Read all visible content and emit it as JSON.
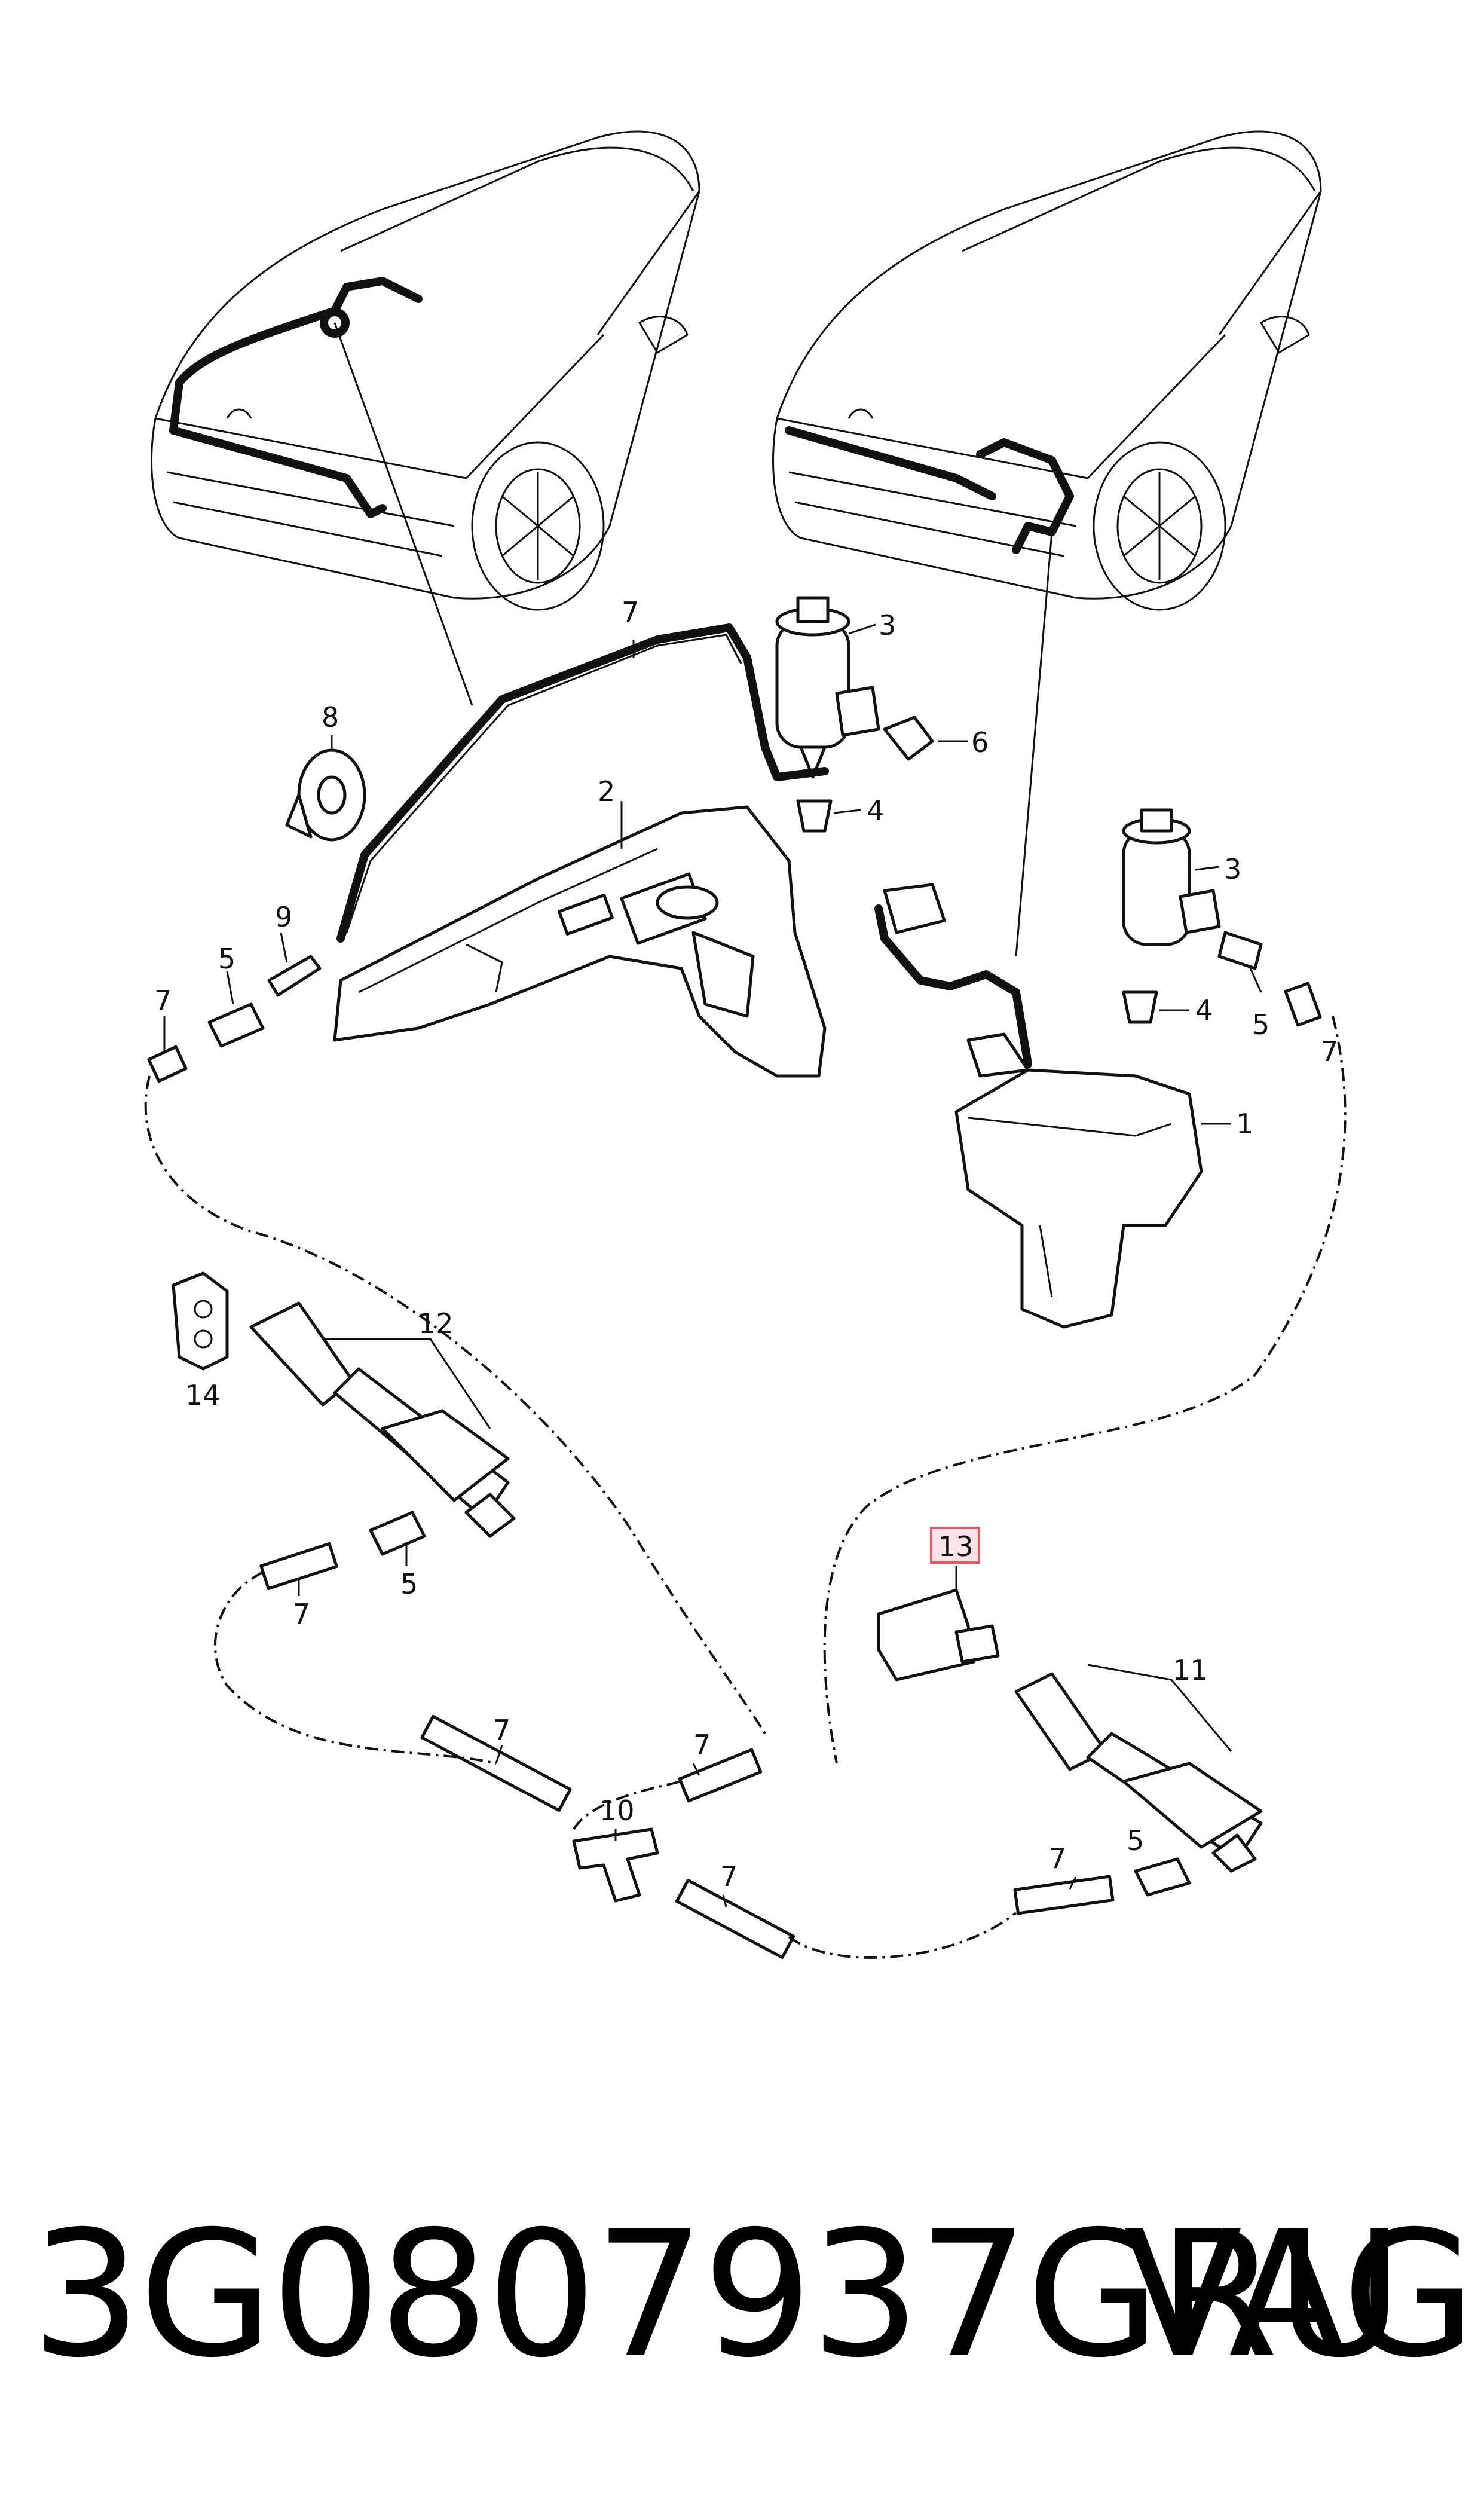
{
  "callouts": {
    "c1": "1",
    "c2": "2",
    "c3a": "3",
    "c3b": "3",
    "c4a": "4",
    "c4b": "4",
    "c5a": "5",
    "c5b": "5",
    "c5c": "5",
    "c5d": "5",
    "c6": "6",
    "c7a": "7",
    "c7b": "7",
    "c7c": "7",
    "c7d": "7",
    "c7e": "7",
    "c7f": "7",
    "c7g": "7",
    "c7h": "7",
    "c8": "8",
    "c9": "9",
    "c10": "10",
    "c11": "11",
    "c12": "12",
    "c13": "13",
    "c14": "14"
  },
  "highlight_color": "#e05a6a",
  "footer": {
    "part_number": "3G0807937GRU",
    "brand": "VAG"
  }
}
